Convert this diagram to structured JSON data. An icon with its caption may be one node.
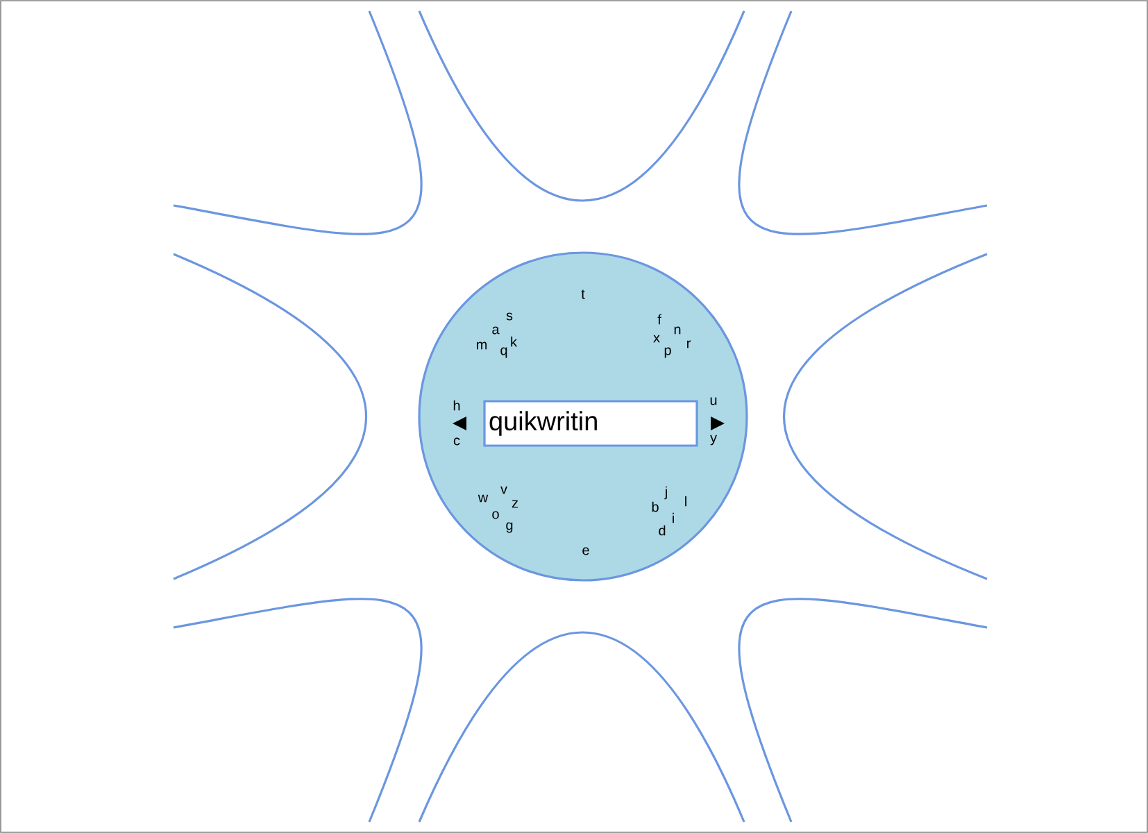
{
  "diagram": {
    "nodes": [
      {
        "text": [],
        "shape": "circle"
      },
      {
        "text": [
          "quikwritin"
        ],
        "in": 0
      }
    ],
    "edges": [],
    "labels": [
      "t",
      "s",
      "f",
      "a",
      "n",
      "m",
      "k",
      "x",
      "r",
      "q",
      "p",
      "h",
      "u",
      "c",
      "y",
      "v",
      "j",
      "w",
      "z",
      "l",
      "b",
      "o",
      "i",
      "g",
      "d",
      "e"
    ]
  }
}
